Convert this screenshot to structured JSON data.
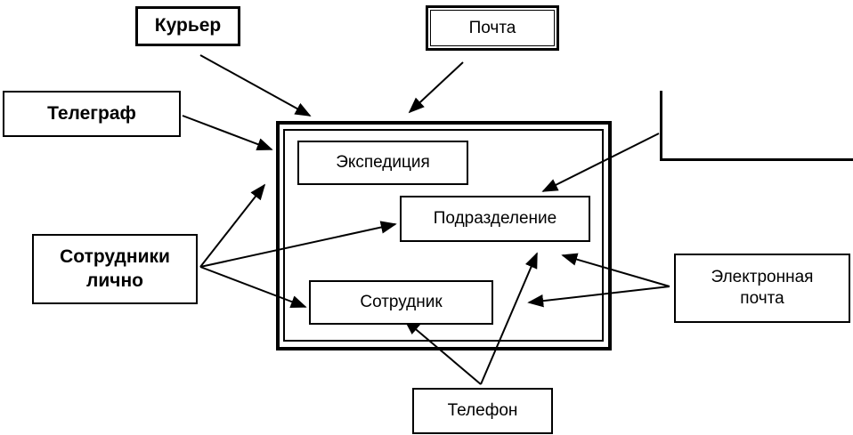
{
  "diagram": {
    "outer_frame": {
      "departments": {
        "expedition": "Экспедиция",
        "subdivision": "Подразделение",
        "employee": "Сотрудник"
      }
    },
    "channels": {
      "courier": "Курьер",
      "mail": "Почта",
      "telegraph": "Телеграф",
      "staff_personally": "Сотрудники\nлично",
      "email": "Электронная\nпочта",
      "phone": "Телефон"
    },
    "colors": {
      "stroke": "#000000",
      "background": "#ffffff"
    }
  }
}
